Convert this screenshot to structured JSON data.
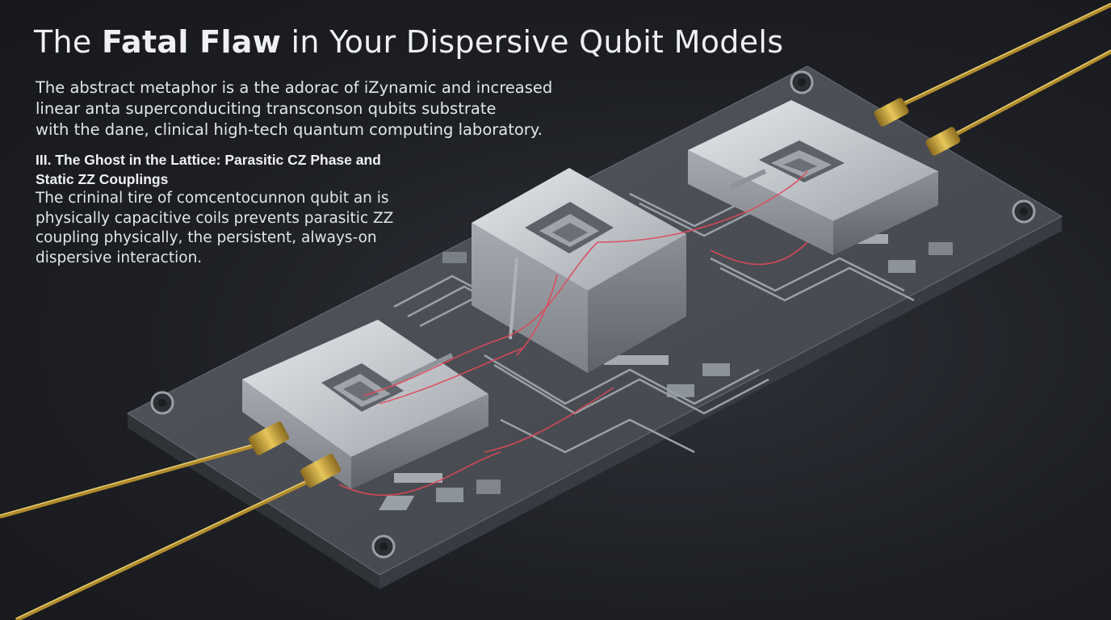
{
  "title": {
    "prefix": "The ",
    "emphasis": "Fatal Flaw",
    "suffix": " in Your Dispersive Qubit Models"
  },
  "intro_lines": [
    "The abstract metaphor is a the adorac of iZynamic and increased",
    "linear anta superconduciting transconson qubits substrate",
    "with the dane, clinical high-tech quantum computing laboratory."
  ],
  "section": {
    "heading_lines": [
      "III. The Ghost in the Lattice: Parasitic CZ Phase and",
      "Static ZZ Couplings"
    ],
    "body_lines": [
      "The crininal tire of comcentocunnon qubit an is",
      "physically capacitive coils prevents parasitic ZZ",
      "coupling  physically, the persistent, always-on",
      "dispersive interaction."
    ]
  },
  "illustration": {
    "subject": "superconducting-qubit-chip",
    "colors": {
      "substrate": "#4a4e55",
      "metal": "#c2c6cc",
      "coax": "#c9a23c",
      "signal": "#e0485a",
      "trace": "#9aa0a8"
    }
  }
}
